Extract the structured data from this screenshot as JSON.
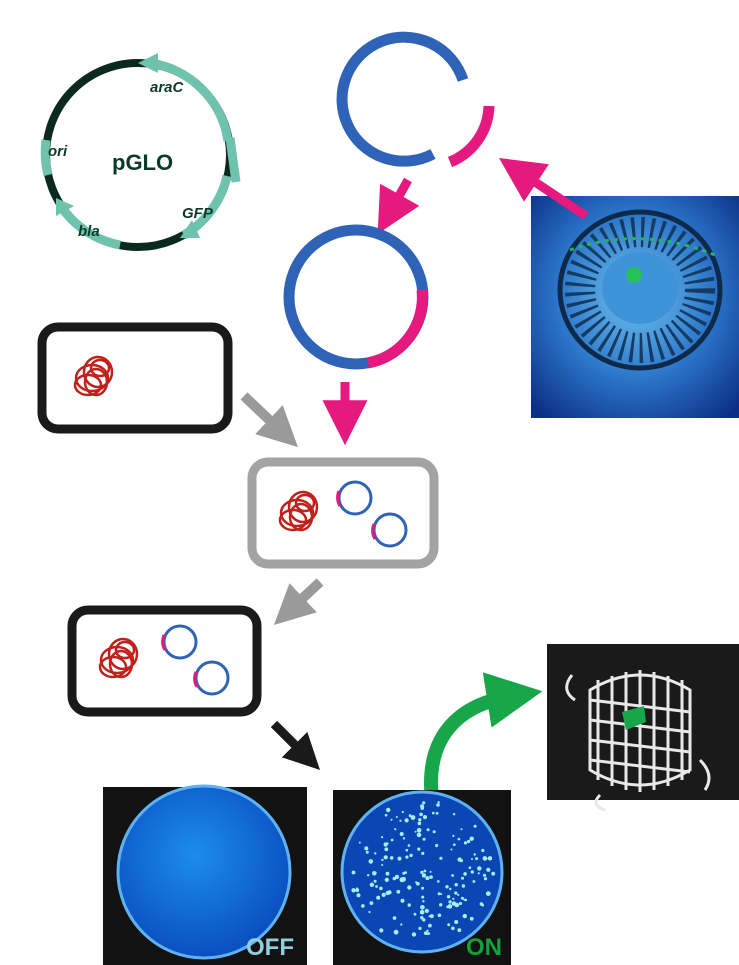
{
  "plasmid_map": {
    "name": "pGLO",
    "genes": {
      "araC": "araC",
      "ori": "ori",
      "GFP": "GFP",
      "bla": "bla"
    }
  },
  "plates": {
    "off_label": "OFF",
    "on_label": "ON"
  },
  "colors": {
    "plasmid_blue": "#2f63b8",
    "gfp_pink": "#e6197e",
    "chromosome_red": "#c0211c",
    "map_teal": "#6ec2ae",
    "map_dark": "#0b2a1d",
    "cell_black": "#1a1a1a",
    "cell_gray": "#a3a3a3",
    "gray_arrow": "#9a9a9a",
    "green_arrow": "#17a74a",
    "off_text": "#8fcfe0",
    "on_text": "#14a03a"
  }
}
